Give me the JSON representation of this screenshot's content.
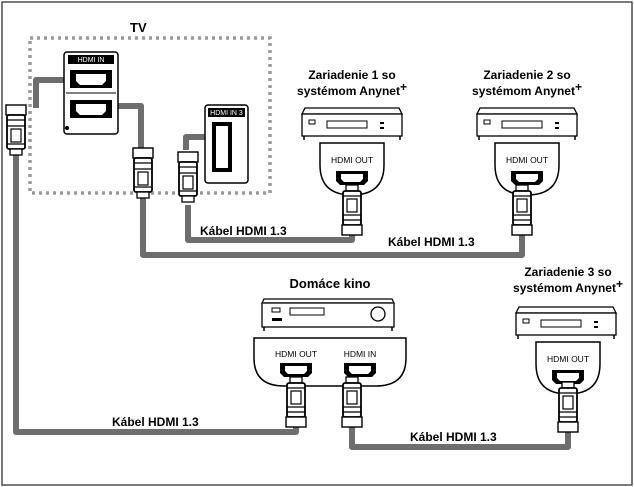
{
  "tv": {
    "label": "TV",
    "port_a": "HDMI IN",
    "port_c": "HDMI IN 3"
  },
  "devices": [
    {
      "line1": "Zariadenie 1 so",
      "line2": "systémom Anynet",
      "sup": "+",
      "port": "HDMI OUT"
    },
    {
      "line1": "Zariadenie 2 so",
      "line2": "systémom Anynet",
      "sup": "+",
      "port": "HDMI OUT"
    },
    {
      "line1": "Zariadenie 3 so",
      "line2": "systémom Anynet",
      "sup": "+",
      "port": "HDMI OUT"
    }
  ],
  "home_theater": {
    "label": "Domáce kino",
    "port_out": "HDMI OUT",
    "port_in": "HDMI IN"
  },
  "cables": [
    "Kábel HDMI 1.3",
    "Kábel HDMI 1.3",
    "Kábel HDMI 1.3",
    "Kábel HDMI 1.3"
  ]
}
